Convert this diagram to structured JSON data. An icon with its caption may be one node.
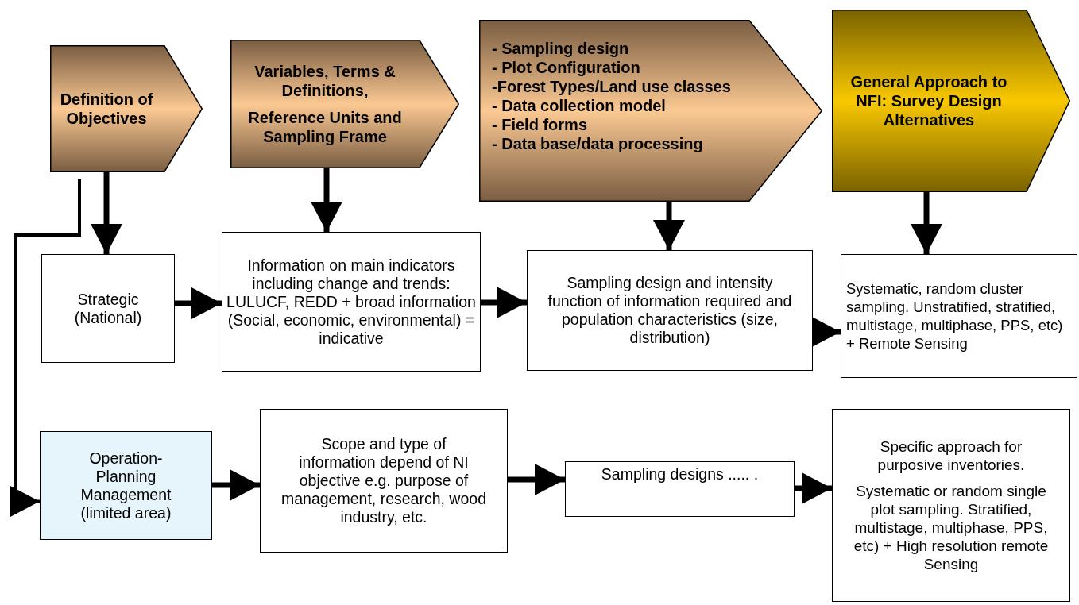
{
  "diagram": {
    "nodes": [
      {
        "text": [
          "Definition of Objectives"
        ]
      },
      {
        "text": [
          "Variables, Terms & Definitions,",
          "Reference Units and Sampling Frame"
        ]
      },
      {
        "text": [
          "- Sampling design",
          "- Plot Configuration",
          "-Forest Types/Land use classes",
          "- Data collection model",
          "- Field forms",
          "- Data base/data processing"
        ]
      },
      {
        "text": [
          "General Approach to NFI: Survey Design Alternatives"
        ]
      },
      {
        "text": [
          "Strategic (National)"
        ]
      },
      {
        "text": [
          "Information on main indicators including change and trends: LULUCF, REDD + broad information (Social, economic, environmental) = indicative"
        ]
      },
      {
        "text": [
          "Sampling design and intensity function of information required and population characteristics (size, distribution)"
        ]
      },
      {
        "text": [
          "Systematic, random cluster sampling. Unstratified, stratified, multistage, multiphase, PPS, etc) + Remote Sensing"
        ]
      },
      {
        "text": [
          "Operation-Planning Management (limited area)"
        ]
      },
      {
        "text": [
          "Scope and type of information depend of NI objective e.g. purpose of management, research, wood industry, etc."
        ]
      },
      {
        "text": [
          "Sampling designs ..... ."
        ]
      },
      {
        "text": [
          "Specific approach for purposive inventories.",
          "Systematic or random single plot sampling. Stratified, multistage, multiphase, PPS, etc) + High resolution remote Sensing"
        ]
      }
    ],
    "edges": [
      {
        "from": 0,
        "to": 4,
        "arrow": "to"
      },
      {
        "from": 1,
        "to": 5,
        "arrow": "to"
      },
      {
        "from": 2,
        "to": 6,
        "arrow": "to"
      },
      {
        "from": 3,
        "to": 7,
        "arrow": "to"
      },
      {
        "from": 0,
        "to": 8,
        "arrow": "to"
      },
      {
        "from": 4,
        "to": 5,
        "arrow": "to"
      },
      {
        "from": 5,
        "to": 6,
        "arrow": "to"
      },
      {
        "from": 6,
        "to": 7,
        "arrow": "to"
      },
      {
        "from": 8,
        "to": 9,
        "arrow": "to"
      },
      {
        "from": 9,
        "to": 10,
        "arrow": "to"
      },
      {
        "from": 10,
        "to": 11,
        "arrow": "to"
      }
    ]
  }
}
